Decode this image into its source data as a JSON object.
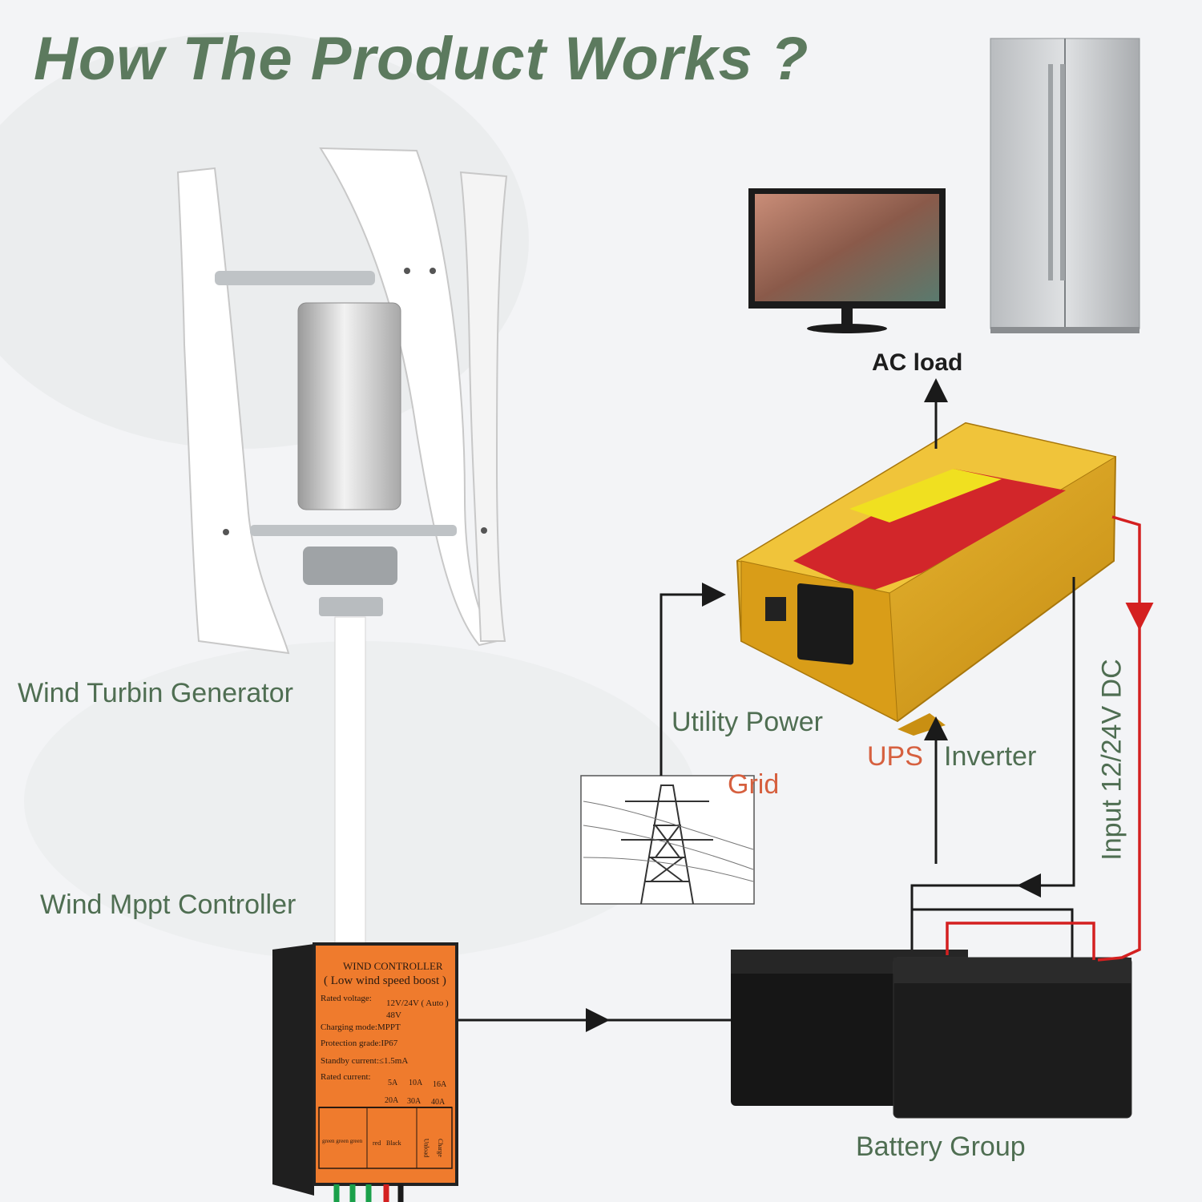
{
  "title": "How The Product Works ?",
  "labels": {
    "turbine": "Wind Turbin Generator",
    "controller": "Wind Mppt Controller",
    "utility_power": "Utility Power",
    "grid": "Grid",
    "ups": "UPS",
    "inverter": "Inverter",
    "ac_load": "AC load",
    "battery": "Battery Group",
    "input_dc": "Input 12/24V DC"
  },
  "controller_panel": {
    "heading": "WIND CONTROLLER",
    "subheading": "( Low wind speed boost )",
    "rated_voltage": "Rated voltage:",
    "voltage_opt1": "12V/24V ( Auto )",
    "voltage_opt2": "48V",
    "charging_mode": "Charging mode:MPPT",
    "protection": "Protection grade:IP67",
    "standby": "Standby current:≤1.5mA",
    "rated_current": "Rated current:",
    "currents_row1": [
      "5A",
      "10A",
      "16A"
    ],
    "currents_row2": [
      "20A",
      "30A",
      "40A"
    ],
    "terminal_labels": [
      "green green green",
      "red",
      "Black",
      "Unload",
      "Charge"
    ]
  },
  "colors": {
    "title_green": "#5c7a5e",
    "label_green": "#4f6e52",
    "label_red": "#d6603f",
    "wire_red": "#d42020",
    "controller_orange": "#f07a2c",
    "inverter_gold": "#d9a21c"
  }
}
